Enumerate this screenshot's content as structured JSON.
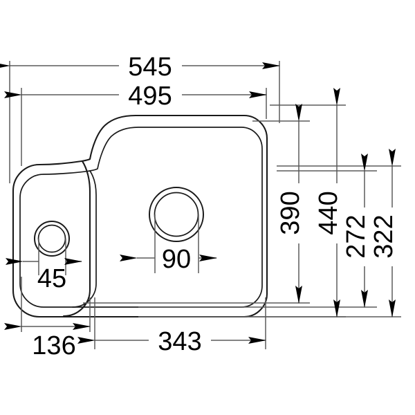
{
  "drawing": {
    "title": "Kitchen sink plan-view dimension drawing",
    "units": "mm",
    "line_color": "#1a1a1a",
    "dimension_line_color": "#5a5a5a",
    "background_color": "#ffffff",
    "text_color": "#000000"
  },
  "dimensions": {
    "horizontal": [
      {
        "id": "overall-width",
        "label": "545",
        "orientation": "horizontal",
        "position": "top"
      },
      {
        "id": "bowl-span-width",
        "label": "495",
        "orientation": "horizontal",
        "position": "top"
      },
      {
        "id": "small-bowl-offset",
        "label": "136",
        "orientation": "horizontal",
        "position": "bottom"
      },
      {
        "id": "main-bowl-width",
        "label": "343",
        "orientation": "horizontal",
        "position": "bottom"
      }
    ],
    "vertical": [
      {
        "id": "main-bowl-depth",
        "label": "390",
        "orientation": "vertical",
        "position": "right"
      },
      {
        "id": "overall-depth",
        "label": "440",
        "orientation": "vertical",
        "position": "right"
      },
      {
        "id": "small-bowl-depth",
        "label": "272",
        "orientation": "vertical",
        "position": "right"
      },
      {
        "id": "rim-depth",
        "label": "322",
        "orientation": "vertical",
        "position": "right"
      }
    ],
    "drains": [
      {
        "id": "small-bowl-drain",
        "label": "45",
        "orientation": "horizontal"
      },
      {
        "id": "main-bowl-drain",
        "label": "90",
        "orientation": "horizontal"
      }
    ]
  }
}
